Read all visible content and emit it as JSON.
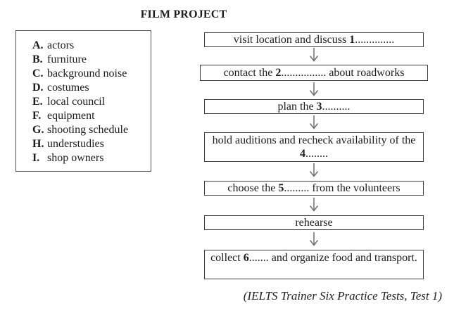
{
  "title": "FILM PROJECT",
  "options": {
    "items": [
      {
        "letter": "A.",
        "label": "actors"
      },
      {
        "letter": "B.",
        "label": "furniture"
      },
      {
        "letter": "C.",
        "label": "background noise"
      },
      {
        "letter": "D.",
        "label": "costumes"
      },
      {
        "letter": "E.",
        "label": "local council"
      },
      {
        "letter": "F.",
        "label": "equipment"
      },
      {
        "letter": "G.",
        "label": "shooting schedule"
      },
      {
        "letter": "H.",
        "label": "understudies"
      },
      {
        "letter": "I.",
        "label": "shop owners"
      }
    ]
  },
  "flowchart": {
    "arrow_icon": "down-arrow",
    "steps": [
      {
        "pre": "visit location and discuss ",
        "num": "1",
        "dots": "..............",
        "post": ""
      },
      {
        "pre": "contact the ",
        "num": "2",
        "dots": "................",
        "post": " about roadworks"
      },
      {
        "pre": "plan the ",
        "num": "3",
        "dots": "..........",
        "post": ""
      },
      {
        "pre": "hold auditions and recheck availability of the ",
        "num": "4",
        "dots": "........",
        "post": ""
      },
      {
        "pre": "choose the ",
        "num": "5",
        "dots": ".........",
        "post": " from the volunteers"
      },
      {
        "pre": "rehearse",
        "num": "",
        "dots": "",
        "post": ""
      },
      {
        "pre": "collect ",
        "num": "6",
        "dots": ".......",
        "post": " and organize food and transport."
      }
    ]
  },
  "citation": "(IELTS Trainer Six Practice Tests, Test 1)",
  "colors": {
    "background": "#ffffff",
    "text": "#1c1c1c",
    "box_border": "#3f3f3f",
    "arrow": "#707070"
  }
}
